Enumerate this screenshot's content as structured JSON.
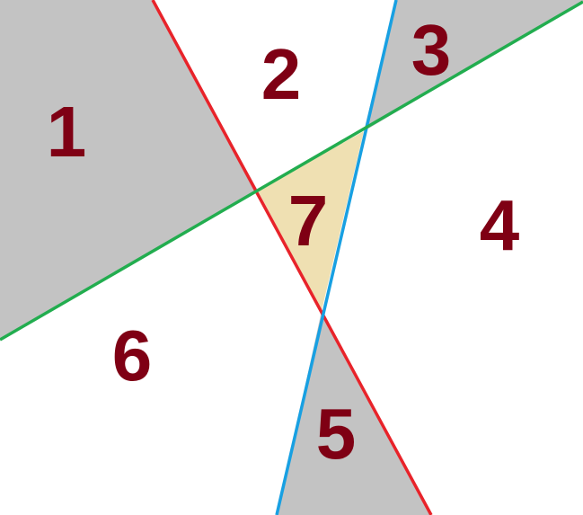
{
  "colors": {
    "background": "#ffffff",
    "shaded": "#c3c3c3",
    "highlight": "#efe0b2",
    "label": "#7f0014",
    "red_line": "#e8232a",
    "blue_line": "#18a0e2",
    "green_line": "#22ad4f"
  },
  "regions": [
    {
      "id": "1",
      "label": "1",
      "fill": "shaded"
    },
    {
      "id": "2",
      "label": "2",
      "fill": "none"
    },
    {
      "id": "3",
      "label": "3",
      "fill": "shaded"
    },
    {
      "id": "4",
      "label": "4",
      "fill": "none"
    },
    {
      "id": "5",
      "label": "5",
      "fill": "shaded"
    },
    {
      "id": "6",
      "label": "6",
      "fill": "none"
    },
    {
      "id": "7",
      "label": "7",
      "fill": "highlight"
    }
  ],
  "lines": [
    {
      "id": "red",
      "color": "red_line"
    },
    {
      "id": "blue",
      "color": "blue_line"
    },
    {
      "id": "green",
      "color": "green_line"
    }
  ]
}
